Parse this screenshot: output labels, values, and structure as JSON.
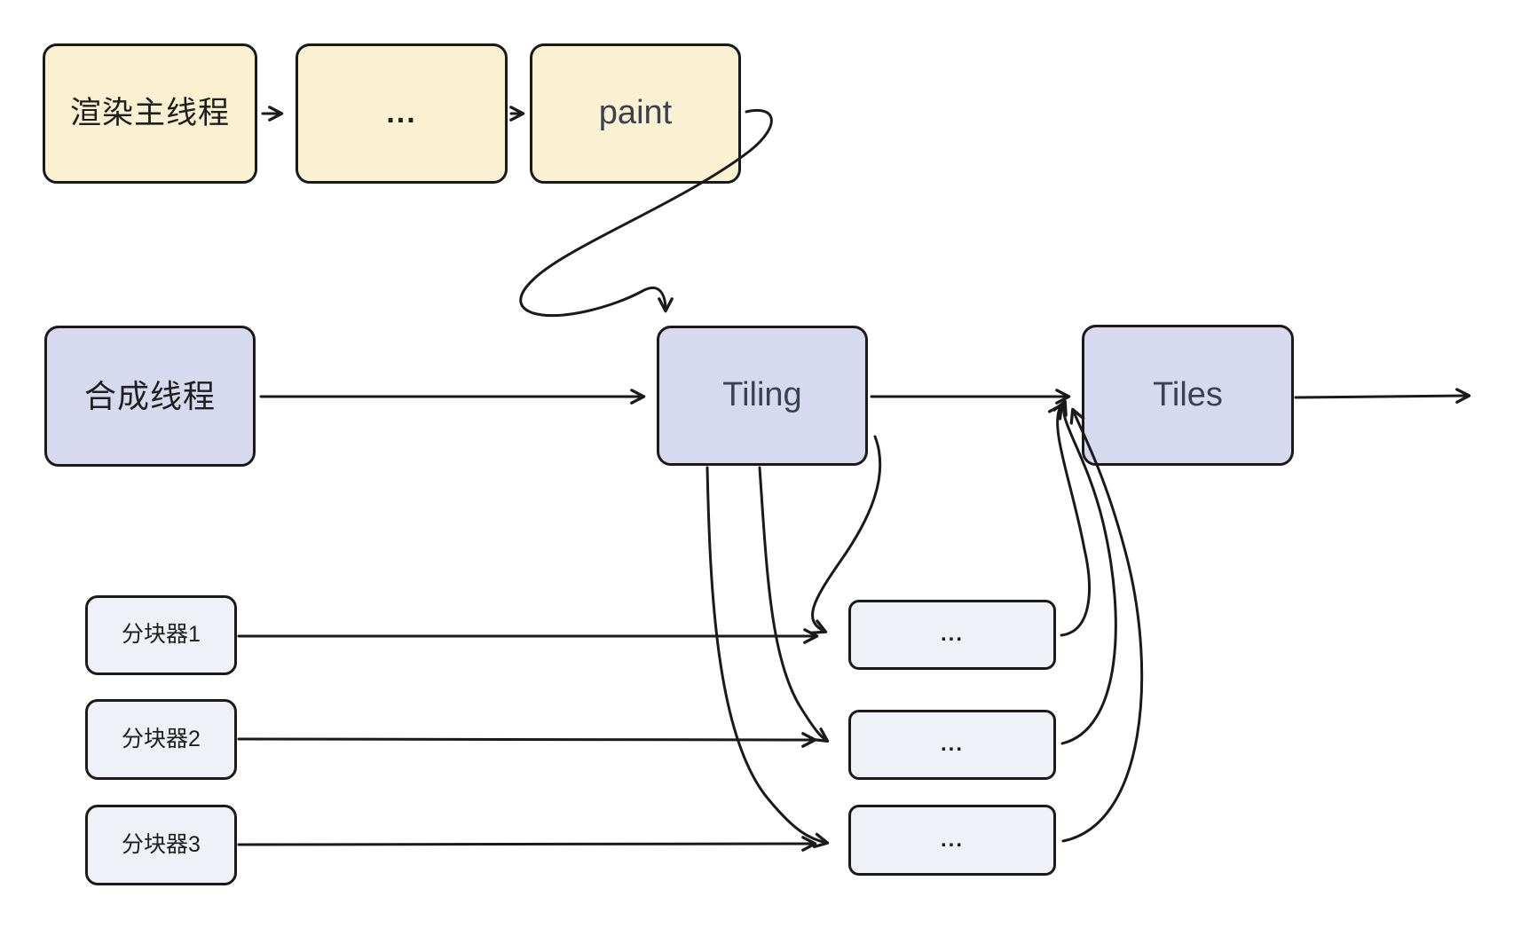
{
  "diagram": {
    "description_visible_text_only": "rendering pipeline flow diagram",
    "colors": {
      "canvas_bg": "#ffffff",
      "cream_fill": "#faf0d2",
      "lavender_fill": "#d7daee",
      "pale_fill": "#eef1f8",
      "border_color": "#1a1a1a",
      "arrow_color": "#1a1a1a",
      "cjk_text": "#1e1e1e",
      "latin_text": "#3a4151"
    },
    "nodes": {
      "render_main_thread": {
        "label": "渲染主线程"
      },
      "step_ellipsis": {
        "label": "..."
      },
      "paint": {
        "label": "paint"
      },
      "compositor_thread": {
        "label": "合成线程"
      },
      "tiling": {
        "label": "Tiling"
      },
      "tiles": {
        "label": "Tiles"
      },
      "tiler1": {
        "label": "分块器1"
      },
      "tiler2": {
        "label": "分块器2"
      },
      "tiler3": {
        "label": "分块器3"
      },
      "queue1": {
        "label": "..."
      },
      "queue2": {
        "label": "..."
      },
      "queue3": {
        "label": "..."
      }
    },
    "edges": [
      {
        "from": "render_main_thread",
        "to": "step_ellipsis",
        "style": "straight-arrow"
      },
      {
        "from": "step_ellipsis",
        "to": "paint",
        "style": "straight-arrow"
      },
      {
        "from": "paint",
        "to": "tiling",
        "style": "curved-arrow"
      },
      {
        "from": "compositor_thread",
        "to": "tiling",
        "style": "straight-arrow"
      },
      {
        "from": "tiling",
        "to": "tiles",
        "style": "straight-arrow"
      },
      {
        "from": "tiles",
        "to": "right-edge-output",
        "style": "straight-arrow"
      },
      {
        "from": "tiling",
        "to": "queue1",
        "style": "curved-arrow"
      },
      {
        "from": "tiling",
        "to": "queue2",
        "style": "curved-arrow"
      },
      {
        "from": "tiling",
        "to": "queue3",
        "style": "curved-arrow"
      },
      {
        "from": "tiler1",
        "to": "queue1",
        "style": "straight-arrow"
      },
      {
        "from": "tiler2",
        "to": "queue2",
        "style": "straight-arrow"
      },
      {
        "from": "tiler3",
        "to": "queue3",
        "style": "straight-arrow"
      },
      {
        "from": "queue1",
        "to": "tiles",
        "style": "curved-arrow"
      },
      {
        "from": "queue2",
        "to": "tiles",
        "style": "curved-arrow"
      },
      {
        "from": "queue3",
        "to": "tiles",
        "style": "curved-arrow"
      }
    ]
  }
}
